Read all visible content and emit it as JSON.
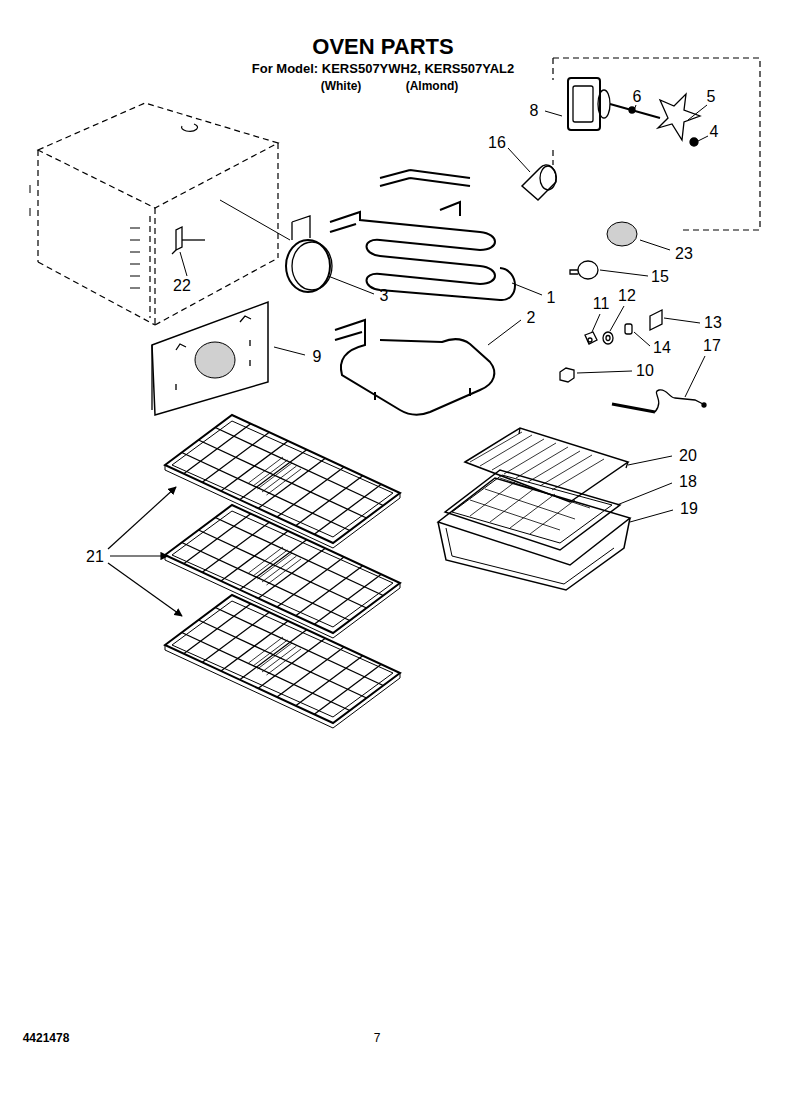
{
  "diagram": {
    "title": "OVEN PARTS",
    "labels": [
      "For Model: KERS507YWH2, KERS507YAL2",
      "(White)",
      "(Almond)",
      "8",
      "6",
      "5",
      "4",
      "16",
      "23",
      "15",
      "1",
      "2",
      "3",
      "22",
      "9",
      "11",
      "12",
      "13",
      "14",
      "10",
      "17",
      "20",
      "18",
      "19",
      "21",
      "4421478",
      "7"
    ]
  }
}
